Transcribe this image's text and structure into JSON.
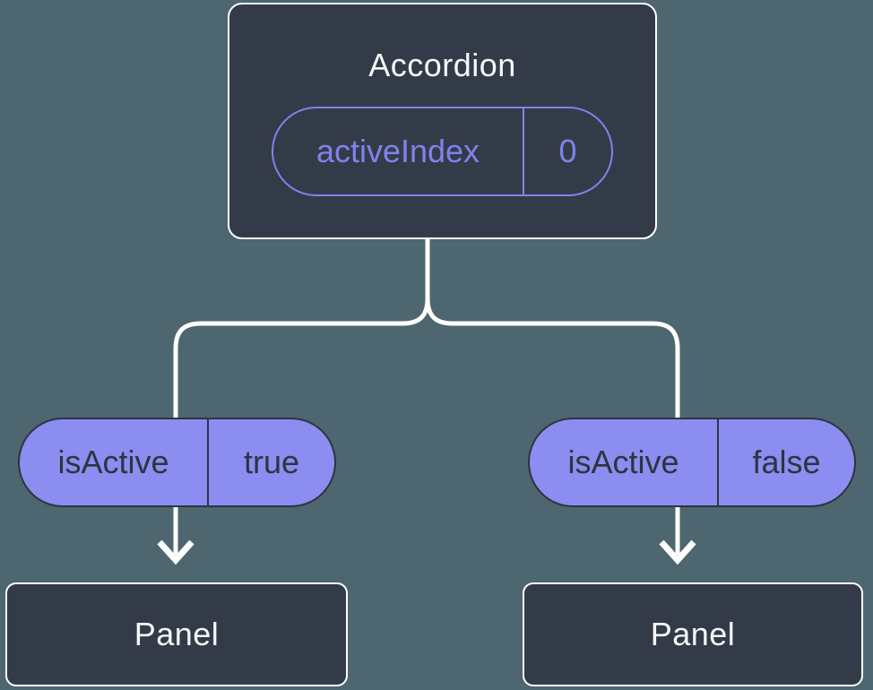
{
  "tree": {
    "root": {
      "label": "Accordion",
      "prop": {
        "name": "activeIndex",
        "value": "0"
      }
    },
    "children": [
      {
        "prop": {
          "name": "isActive",
          "value": "true"
        },
        "label": "Panel"
      },
      {
        "prop": {
          "name": "isActive",
          "value": "false"
        },
        "label": "Panel"
      }
    ]
  },
  "colors": {
    "background": "#4d666f",
    "node_fill": "#343b48",
    "node_border": "#ffffff",
    "node_text": "#f6f7f9",
    "pill_fill": "#8b8df0",
    "pill_dark": "#2e3440",
    "accent_purple": "#7e83ec",
    "connector": "#ffffff"
  }
}
